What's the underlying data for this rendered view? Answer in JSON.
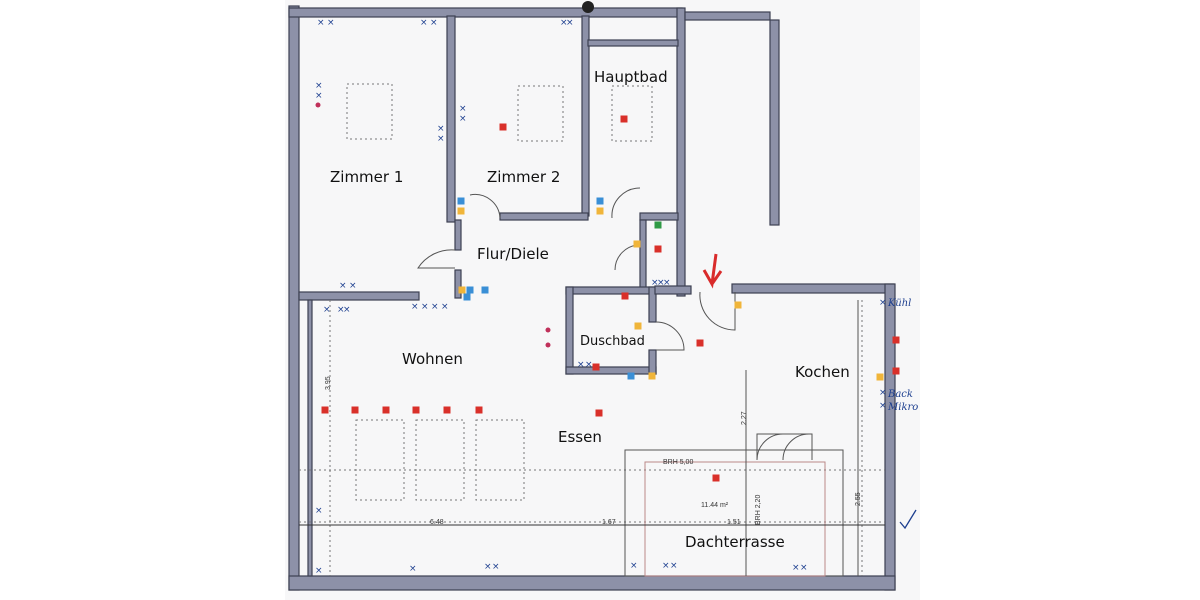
{
  "plan": {
    "rooms": {
      "zimmer1": "Zimmer 1",
      "zimmer2": "Zimmer 2",
      "hauptbad": "Hauptbad",
      "flur": "Flur/Diele",
      "duschbad": "Duschbad",
      "wohnen": "Wohnen",
      "kochen": "Kochen",
      "essen": "Essen",
      "dachterrasse": "Dachterrasse"
    },
    "terrace_area": "11.44 m²",
    "dimensions": {
      "brh": "BRH 5,00",
      "brh_vertical": "BRH 2,20",
      "d1": "1.51",
      "d2": "2.55",
      "d3": "2.27",
      "d4": "1.67",
      "d5": "6.48",
      "d6": "3.95"
    },
    "handwritten": {
      "kuehl": "Kühl",
      "back": "Back",
      "mikro": "Mikro"
    },
    "marker_colors": {
      "red": "#d9302a",
      "yellow": "#f0b53a",
      "blue": "#3a8fd6",
      "green": "#2f9a45",
      "entrance_arrow": "#d92b2b",
      "wall": "#8d91a8"
    }
  }
}
